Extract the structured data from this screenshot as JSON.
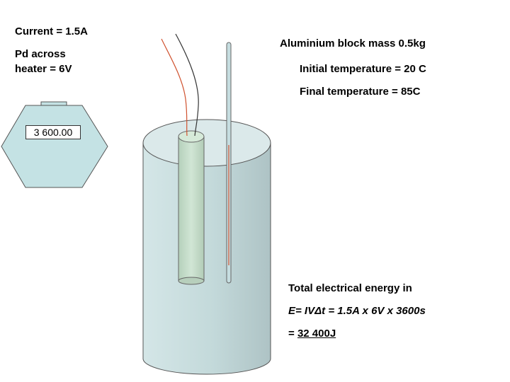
{
  "labels": {
    "current": "Current = 1.5A",
    "pd_line1": "Pd across",
    "pd_line2": "heater = 6V",
    "mass": "Aluminium block mass 0.5kg",
    "initial_temp": "Initial temperature = 20 C",
    "final_temp": "Final temperature = 85C"
  },
  "joulemeter": {
    "reading": "3 600.00"
  },
  "energy": {
    "heading": "Total electrical energy in",
    "equation": "E= IVΔt = 1.5A x 6V x 3600s",
    "result_prefix": "= ",
    "result_value": "32 400J"
  },
  "colors": {
    "block_body": "#c2dadb",
    "block_top": "#dbe9ea",
    "heater": "#c2d9c7",
    "joulemeter": "#c4e2e4",
    "wire_red": "#d0522f",
    "wire_dark": "#333333",
    "thermometer_liquid": "#d0522f"
  }
}
